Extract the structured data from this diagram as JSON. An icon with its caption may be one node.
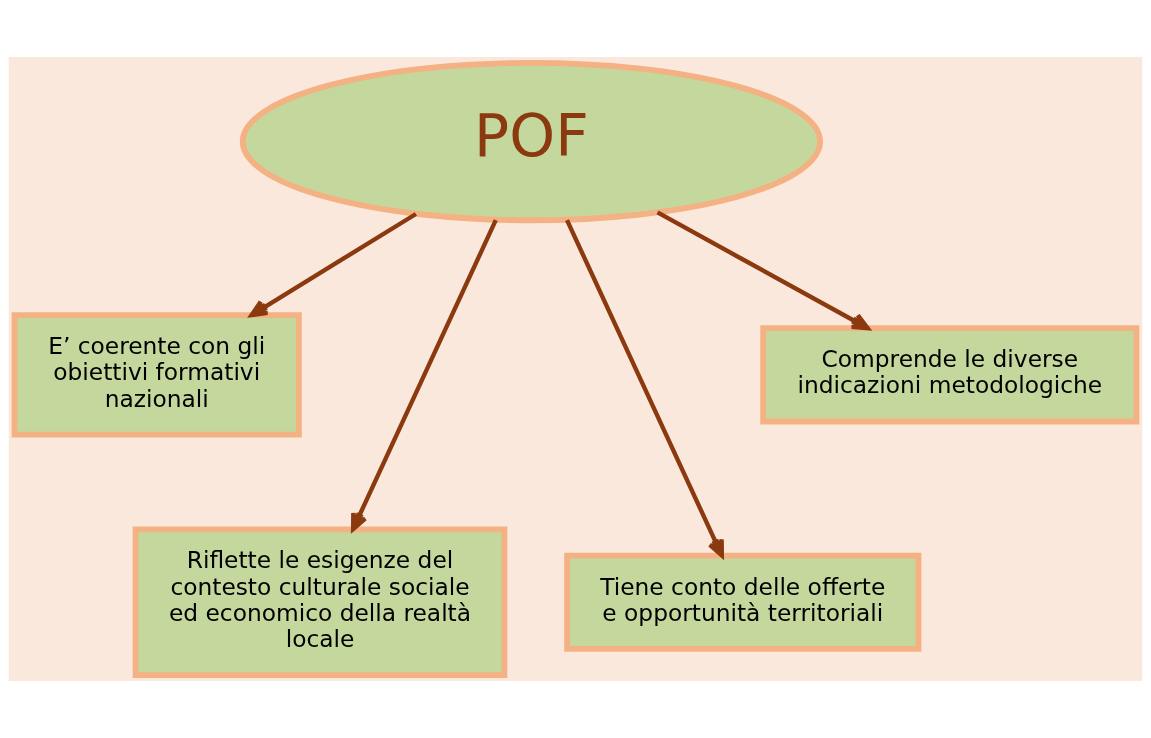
{
  "diagram": {
    "nodes": [
      {
        "text": [
          "POF"
        ]
      },
      {
        "text": [
          "E’ coerente con gli obiettivi formativi nazionali"
        ]
      },
      {
        "text": [
          "Comprende le diverse indicazioni metodologiche"
        ]
      },
      {
        "text": [
          "Riflette le esigenze del contesto culturale sociale ed economico della realtà locale"
        ]
      },
      {
        "text": [
          "Tiene conto delle offerte e opportunità territoriali"
        ]
      }
    ],
    "edges": [
      {
        "from": 0,
        "to": 1,
        "arrow": "to"
      },
      {
        "from": 0,
        "to": 3,
        "arrow": "to"
      },
      {
        "from": 0,
        "to": 4,
        "arrow": "to"
      },
      {
        "from": 0,
        "to": 2,
        "arrow": "to"
      }
    ]
  }
}
